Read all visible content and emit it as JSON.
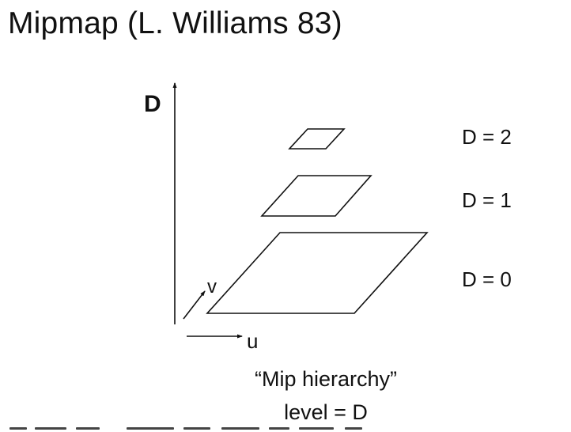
{
  "slide": {
    "title": "Mipmap (L. Williams 83)"
  },
  "diagram": {
    "axis_labels": {
      "d": "D",
      "u": "u",
      "v": "v"
    },
    "levels": [
      {
        "label": "D = 2"
      },
      {
        "label": "D = 1"
      },
      {
        "label": "D = 0"
      }
    ]
  },
  "caption": {
    "line1": "“Mip hierarchy”",
    "line2": "level = D"
  }
}
